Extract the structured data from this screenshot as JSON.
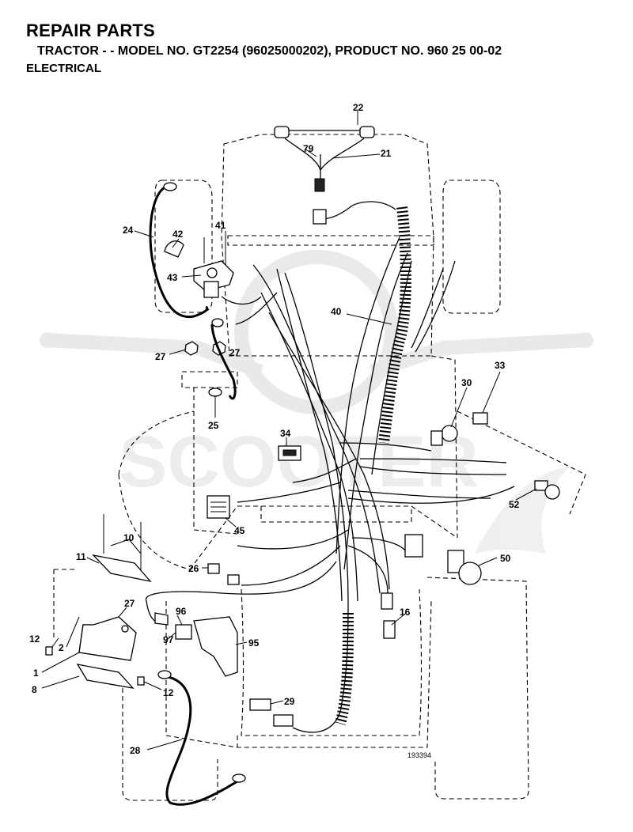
{
  "header": {
    "title": "REPAIR PARTS",
    "subtitle": "TRACTOR - - MODEL NO. GT2254 (96025000202), PRODUCT NO. 960 25 00-02",
    "section": "ELECTRICAL"
  },
  "diagram": {
    "figure_number": "193394",
    "watermark_text": "SCOOTER",
    "callouts": {
      "c22": "22",
      "c79": "79",
      "c21": "21",
      "c24": "24",
      "c42": "42",
      "c41": "41",
      "c43": "43",
      "c40": "40",
      "c27a": "27",
      "c27b": "27",
      "c25": "25",
      "c30": "30",
      "c33": "33",
      "c34": "34",
      "c52": "52",
      "c45": "45",
      "c10": "10",
      "c11": "11",
      "c26": "26",
      "c50": "50",
      "c27c": "27",
      "c96": "96",
      "c97": "97",
      "c95": "95",
      "c16": "16",
      "c12a": "12",
      "c2": "2",
      "c1": "1",
      "c8": "8",
      "c12b": "12",
      "c29": "29",
      "c28": "28"
    }
  }
}
